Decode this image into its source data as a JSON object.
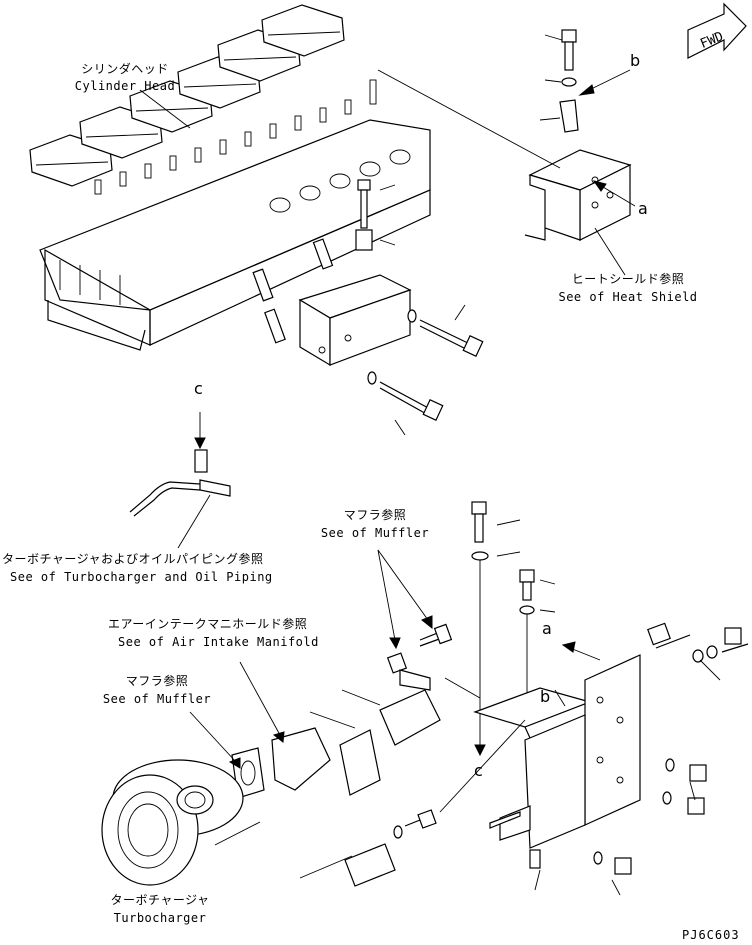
{
  "labels": {
    "cylinder_head_jp": "シリンダヘッド",
    "cylinder_head_en": "Cylinder Head",
    "heat_shield_jp": "ヒートシールド参照",
    "heat_shield_en": "See of Heat Shield",
    "turbo_oil_jp": "ターボチャージャおよびオイルパイピング参照",
    "turbo_oil_en": "See of Turbocharger and Oil Piping",
    "muffler_top_jp": "マフラ参照",
    "muffler_top_en": "See of Muffler",
    "air_intake_jp": "エアーインテークマニホールド参照",
    "air_intake_en": "See of Air Intake Manifold",
    "muffler_left_jp": "マフラ参照",
    "muffler_left_en": "See of Muffler",
    "turbo_jp": "ターボチャージャ",
    "turbo_en": "Turbocharger",
    "fwd": "FWD"
  },
  "refs": {
    "a_top": "a",
    "b_top": "b",
    "c_top": "c",
    "a_bottom": "a",
    "b_bottom": "b",
    "c_bottom": "c"
  },
  "drawing_code": "PJ6C603"
}
